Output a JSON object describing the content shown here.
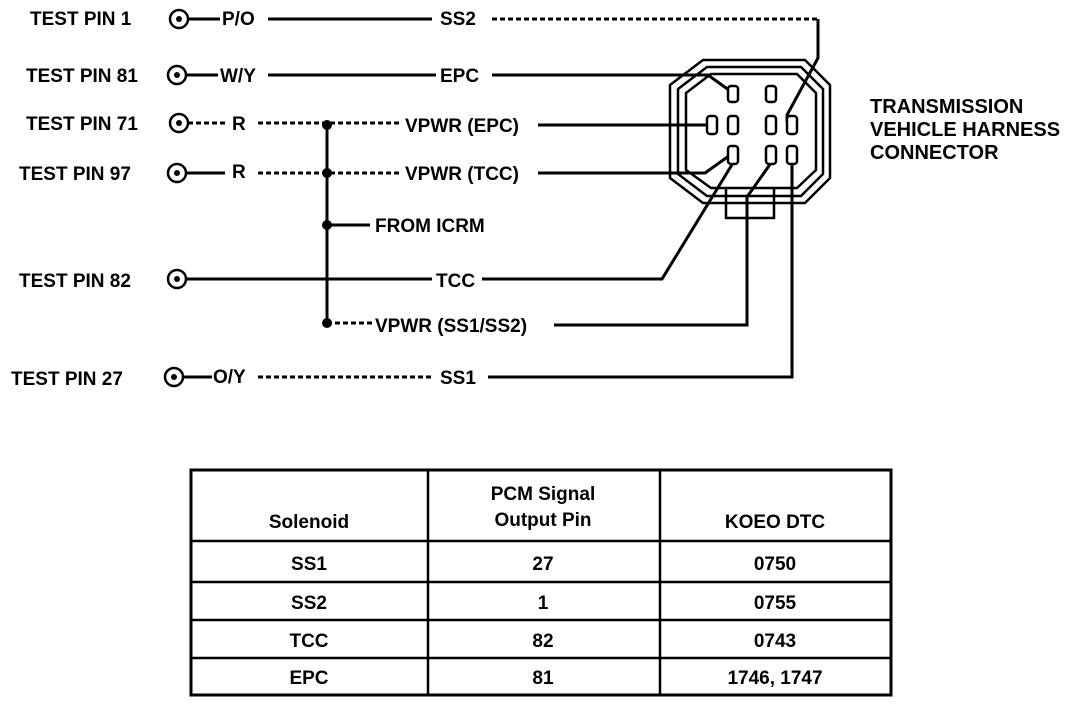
{
  "test_pins": [
    {
      "label": "TEST PIN 1",
      "wire_color": "P/O",
      "signal": "SS2"
    },
    {
      "label": "TEST PIN 81",
      "wire_color": "W/Y",
      "signal": "EPC"
    },
    {
      "label": "TEST PIN 71",
      "wire_color": "R",
      "signal": "VPWR (EPC)"
    },
    {
      "label": "TEST PIN 97",
      "wire_color": "R",
      "signal": "VPWR (TCC)"
    },
    {
      "label": "TEST PIN 82",
      "wire_color": "",
      "signal": "TCC"
    },
    {
      "label": "TEST PIN 27",
      "wire_color": "O/Y",
      "signal": "SS1"
    }
  ],
  "from_icrm": "FROM ICRM",
  "vpwr_ss": "VPWR (SS1/SS2)",
  "connector_label": [
    "TRANSMISSION",
    "VEHICLE HARNESS",
    "CONNECTOR"
  ],
  "table": {
    "headers": [
      "Solenoid",
      [
        "PCM Signal",
        "Output Pin"
      ],
      "KOEO DTC"
    ],
    "rows": [
      [
        "SS1",
        "27",
        "0750"
      ],
      [
        "SS2",
        "1",
        "0755"
      ],
      [
        "TCC",
        "82",
        "0743"
      ],
      [
        "EPC",
        "81",
        "1746, 1747"
      ]
    ]
  }
}
